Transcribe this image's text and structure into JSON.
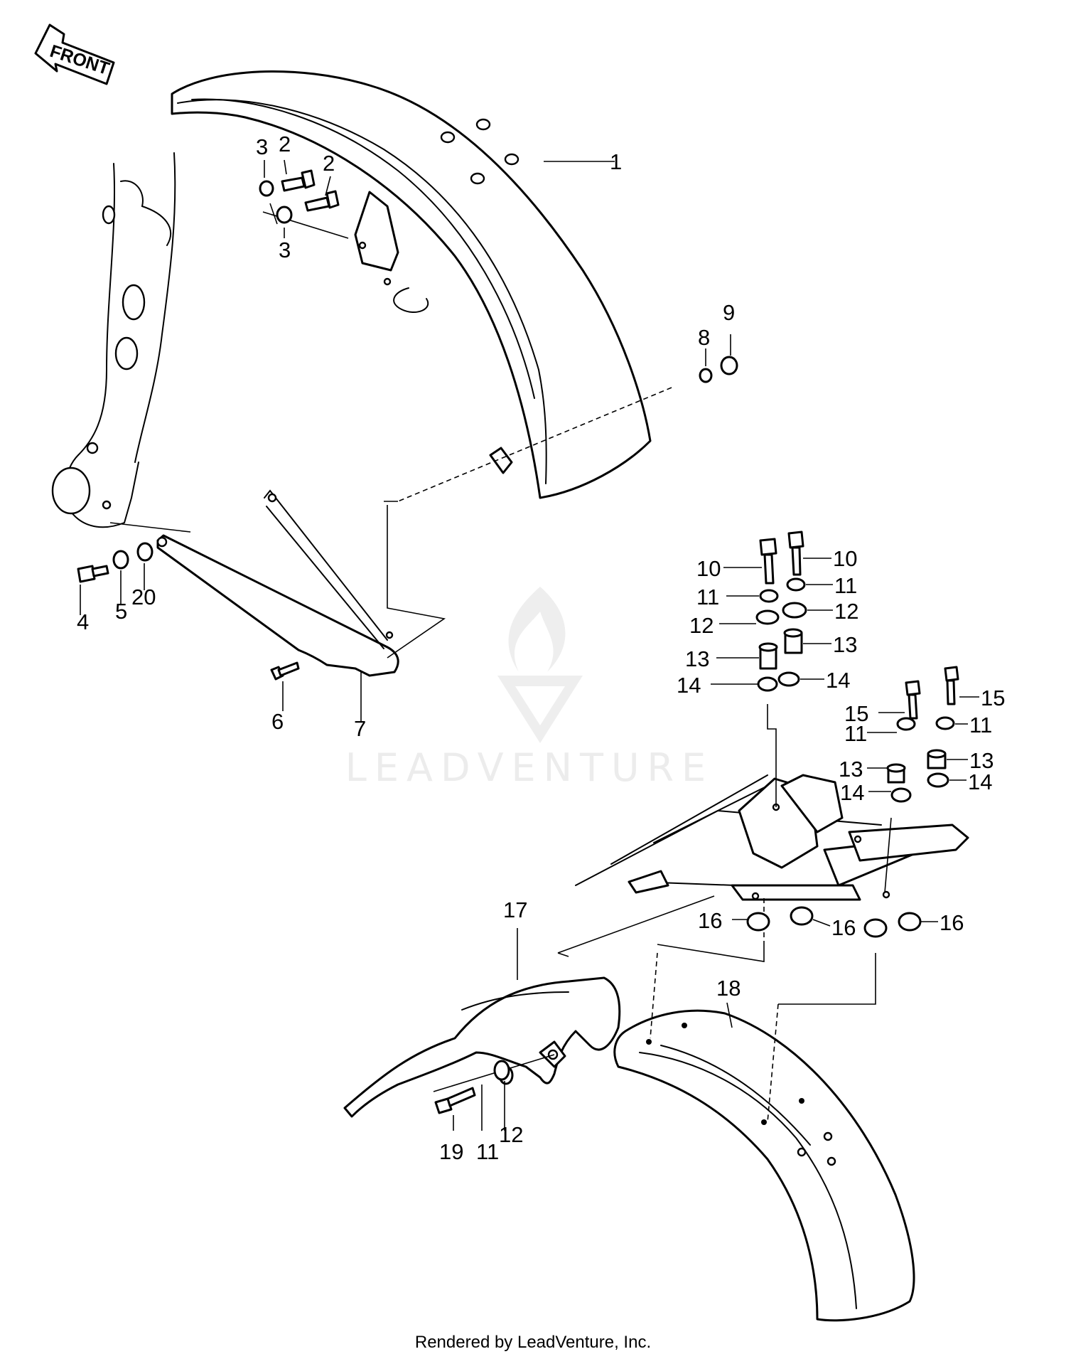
{
  "front_label": "FRONT",
  "watermark": "LEADVENTURE",
  "footer": "Rendered by LeadVenture, Inc.",
  "callouts": {
    "c1": "1",
    "c2a": "2",
    "c2b": "2",
    "c3a": "3",
    "c3b": "3",
    "c4": "4",
    "c5": "5",
    "c6": "6",
    "c7": "7",
    "c8": "8",
    "c9": "9",
    "c10a": "10",
    "c10b": "10",
    "c11a": "11",
    "c11b": "11",
    "c11c": "11",
    "c11d": "11",
    "c11e": "11",
    "c12a": "12",
    "c12b": "12",
    "c12c": "12",
    "c13a": "13",
    "c13b": "13",
    "c13c": "13",
    "c13d": "13",
    "c14a": "14",
    "c14b": "14",
    "c14c": "14",
    "c14d": "14",
    "c15a": "15",
    "c15b": "15",
    "c16a": "16",
    "c16b": "16",
    "c16c": "16",
    "c17": "17",
    "c18": "18",
    "c19": "19",
    "c20": "20"
  }
}
